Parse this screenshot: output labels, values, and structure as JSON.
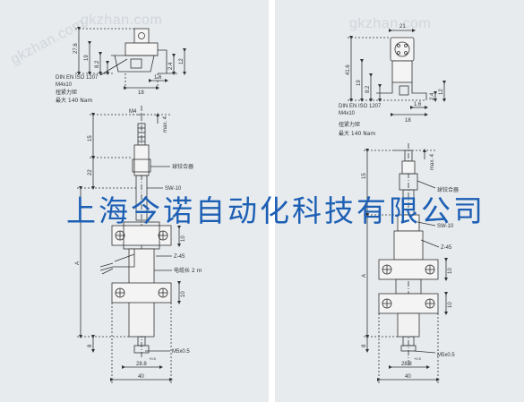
{
  "watermarks": [
    "gkzhan.com",
    "gkzhan.com",
    "gkzhan.com"
  ],
  "banner": "上海今诺自动化科技有限公司",
  "left_top": {
    "dims": {
      "d1": "27.6",
      "d2": "19",
      "d3": "8.2",
      "d4": "12",
      "d5": "1.6",
      "d6": "2.4",
      "d7": "18"
    },
    "note_std": "DIN EN ISO 1207",
    "note_screw": "M4x10",
    "note_torque_label": "扭紧力矩",
    "note_torque_value": "最大 140 Nam"
  },
  "left_main": {
    "m4": "M4",
    "max4": "max. 4",
    "d15": "15",
    "d22": "22",
    "a": "A",
    "d8": "8",
    "sw": "SW-10",
    "ball_joint": "球铰合器",
    "z45": "Z-45",
    "d10a": "10",
    "d10b": "10",
    "cable": "电缆长 2 m",
    "m5": "M5x0.5",
    "w288": "28.8",
    "tol": "+0.5",
    "w40": "40"
  },
  "right_top": {
    "dims": {
      "d21": "21",
      "d416": "41.6",
      "d19": "19",
      "d82": "8.2",
      "d12": "12",
      "d16": "1.6",
      "d24": "2.4",
      "d18": "18"
    },
    "note_std": "DIN EN ISO 1207",
    "note_screw": "M4x10",
    "note_torque_label": "扭紧力矩",
    "note_torque_value": "最大 140 Nam"
  },
  "right_main": {
    "max4": "max. 4",
    "d15": "15",
    "ball_joint": "球铰合器",
    "sw": "SW-10",
    "a": "A",
    "z45": "Z-45",
    "d10a": "10",
    "d10b": "10",
    "d8": "8",
    "m5": "M5x0.5",
    "w288": "28.8",
    "tol": "+0.5",
    "w40": "40"
  }
}
